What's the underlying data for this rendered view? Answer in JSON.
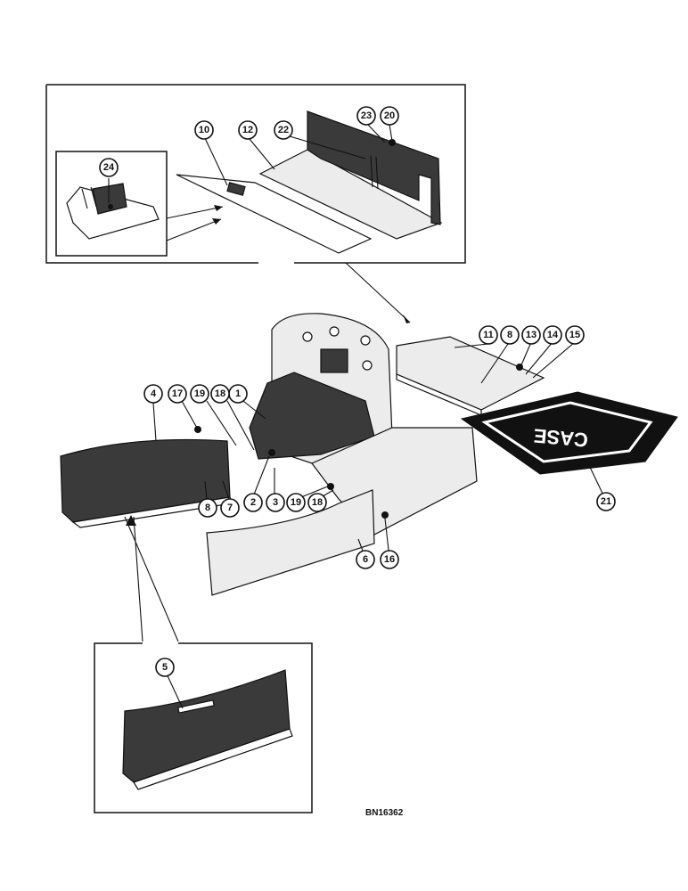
{
  "drawing_number": "BN16362",
  "mat_lettering": "CASE",
  "callouts": [
    {
      "id": "1",
      "label": "1"
    },
    {
      "id": "2",
      "label": "2"
    },
    {
      "id": "3",
      "label": "3"
    },
    {
      "id": "4",
      "label": "4"
    },
    {
      "id": "5",
      "label": "5"
    },
    {
      "id": "6",
      "label": "6"
    },
    {
      "id": "7",
      "label": "7"
    },
    {
      "id": "8a",
      "label": "8"
    },
    {
      "id": "8b",
      "label": "8"
    },
    {
      "id": "10",
      "label": "10"
    },
    {
      "id": "11",
      "label": "11"
    },
    {
      "id": "12",
      "label": "12"
    },
    {
      "id": "13",
      "label": "13"
    },
    {
      "id": "14",
      "label": "14"
    },
    {
      "id": "15",
      "label": "15"
    },
    {
      "id": "16",
      "label": "16"
    },
    {
      "id": "17",
      "label": "17"
    },
    {
      "id": "18a",
      "label": "18"
    },
    {
      "id": "18b",
      "label": "18"
    },
    {
      "id": "19a",
      "label": "19"
    },
    {
      "id": "19b",
      "label": "19"
    },
    {
      "id": "20",
      "label": "20"
    },
    {
      "id": "21",
      "label": "21"
    },
    {
      "id": "22",
      "label": "22"
    },
    {
      "id": "23",
      "label": "23"
    },
    {
      "id": "24",
      "label": "24"
    }
  ]
}
